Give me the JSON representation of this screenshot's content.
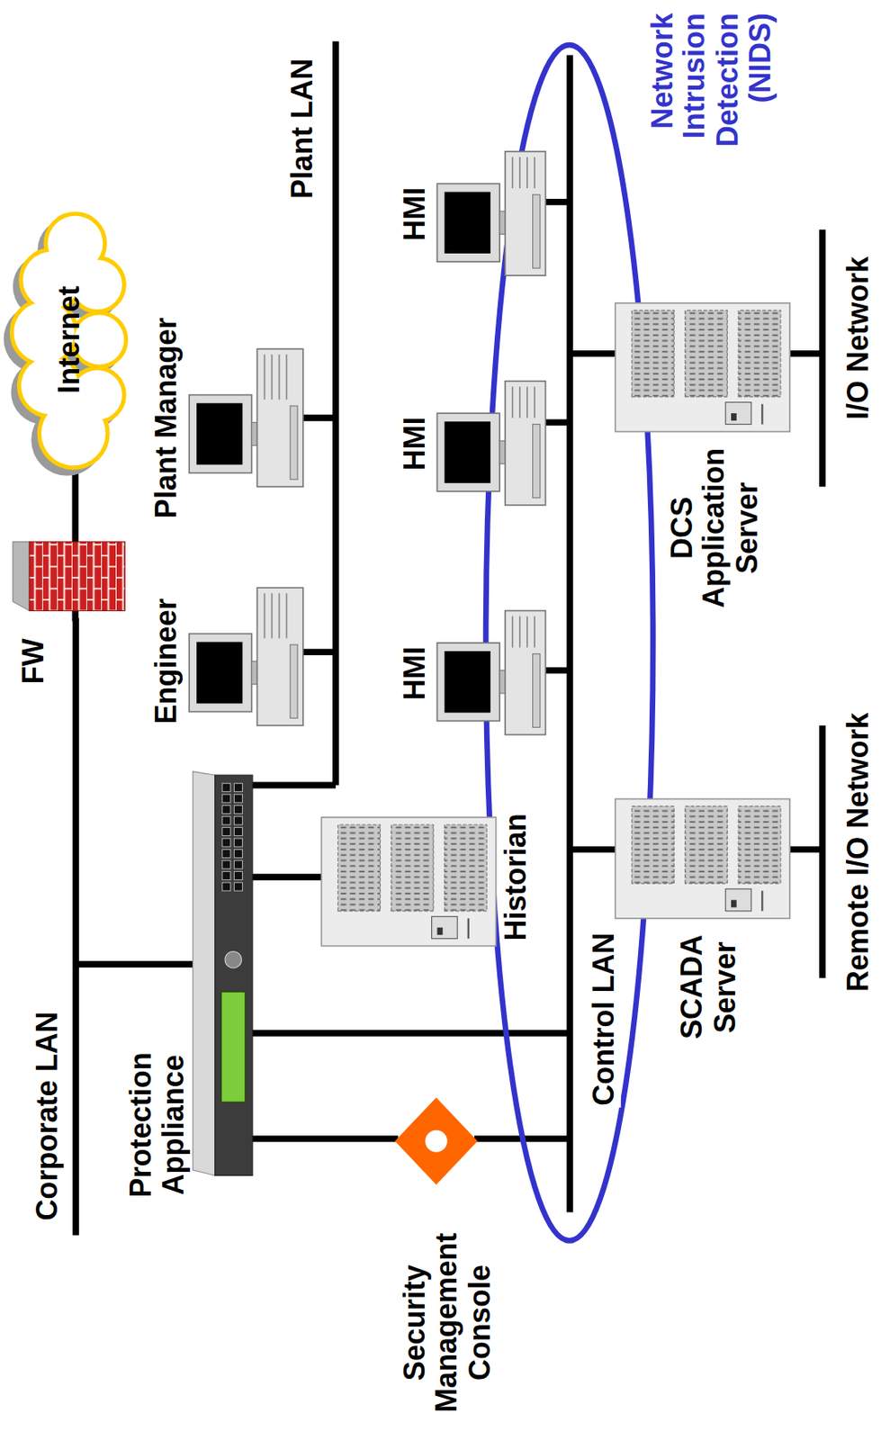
{
  "diagram": {
    "nodes": [
      {
        "text": [
          "Internet"
        ]
      },
      {
        "text": [
          "FW"
        ]
      },
      {
        "text": [
          "Corporate LAN"
        ]
      },
      {
        "text": [
          "Protection Appliance"
        ]
      },
      {
        "text": [
          "Plant LAN"
        ]
      },
      {
        "text": [
          "Engineer"
        ]
      },
      {
        "text": [
          "Plant Manager"
        ]
      },
      {
        "text": [
          "Historian"
        ]
      },
      {
        "text": [
          "Security Management Console"
        ]
      },
      {
        "text": [
          "Control LAN"
        ]
      },
      {
        "text": [
          "HMI"
        ]
      },
      {
        "text": [
          "HMI"
        ]
      },
      {
        "text": [
          "HMI"
        ]
      },
      {
        "text": [
          "SCADA Server"
        ]
      },
      {
        "text": [
          "DCS Application Server"
        ]
      },
      {
        "text": [
          "Remote I/O Network"
        ]
      },
      {
        "text": [
          "I/O Network"
        ]
      },
      {
        "text": [
          "Network Intrusion Detection (NIDS)"
        ]
      }
    ],
    "edges": [
      {
        "from": 2,
        "to": 1,
        "arrow": "none"
      },
      {
        "from": 1,
        "to": 0,
        "arrow": "none"
      },
      {
        "from": 2,
        "to": 3,
        "arrow": "none"
      },
      {
        "from": 3,
        "to": 4,
        "arrow": "none"
      },
      {
        "from": 4,
        "to": 5,
        "arrow": "none"
      },
      {
        "from": 4,
        "to": 6,
        "arrow": "none"
      },
      {
        "from": 3,
        "to": 7,
        "arrow": "none"
      },
      {
        "from": 3,
        "to": 8,
        "arrow": "none"
      },
      {
        "from": 8,
        "to": 9,
        "arrow": "none"
      },
      {
        "from": 3,
        "to": 9,
        "arrow": "none"
      },
      {
        "from": 9,
        "to": 10,
        "arrow": "none"
      },
      {
        "from": 9,
        "to": 11,
        "arrow": "none"
      },
      {
        "from": 9,
        "to": 12,
        "arrow": "none"
      },
      {
        "from": 9,
        "to": 13,
        "arrow": "none"
      },
      {
        "from": 9,
        "to": 14,
        "arrow": "none"
      },
      {
        "from": 13,
        "to": 15,
        "arrow": "none"
      },
      {
        "from": 14,
        "to": 16,
        "arrow": "none"
      }
    ]
  }
}
